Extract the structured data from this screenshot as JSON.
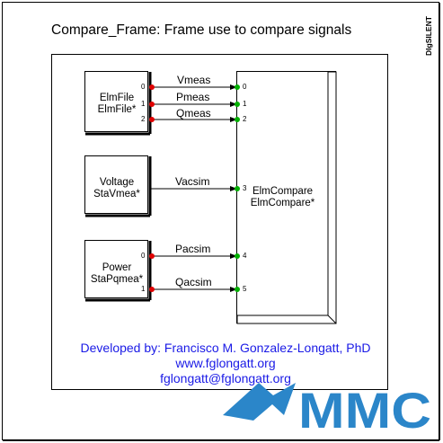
{
  "frame": {
    "title": "Compare_Frame: Frame use to compare signals",
    "brand": "DIgSILENT"
  },
  "blocks": {
    "elmfile": {
      "line1": "ElmFile",
      "line2": "ElmFile*",
      "ports": [
        "0",
        "1",
        "2"
      ]
    },
    "voltage": {
      "line1": "Voltage",
      "line2": "StaVmea*"
    },
    "power": {
      "line1": "Power",
      "line2": "StaPqmea*",
      "ports": [
        "0",
        "1"
      ]
    },
    "compare": {
      "line1": "ElmCompare",
      "line2": "ElmCompare*",
      "ports": [
        "0",
        "1",
        "2",
        "3",
        "4",
        "5"
      ]
    }
  },
  "signals": [
    "Vmeas",
    "Pmeas",
    "Qmeas",
    "Vacsim",
    "Pacsim",
    "Qacsim"
  ],
  "credits": {
    "line1": "Developed by: Francisco M. Gonzalez-Longatt, PhD",
    "line2": "www.fglongatt.org",
    "line3": "fglongatt@fglongatt.org"
  },
  "logo": {
    "text": "MMC",
    "color": "#2b86c9"
  },
  "colors": {
    "output_port": "#e00000",
    "input_port": "#00b000",
    "credit_text": "#1a1ae6"
  }
}
